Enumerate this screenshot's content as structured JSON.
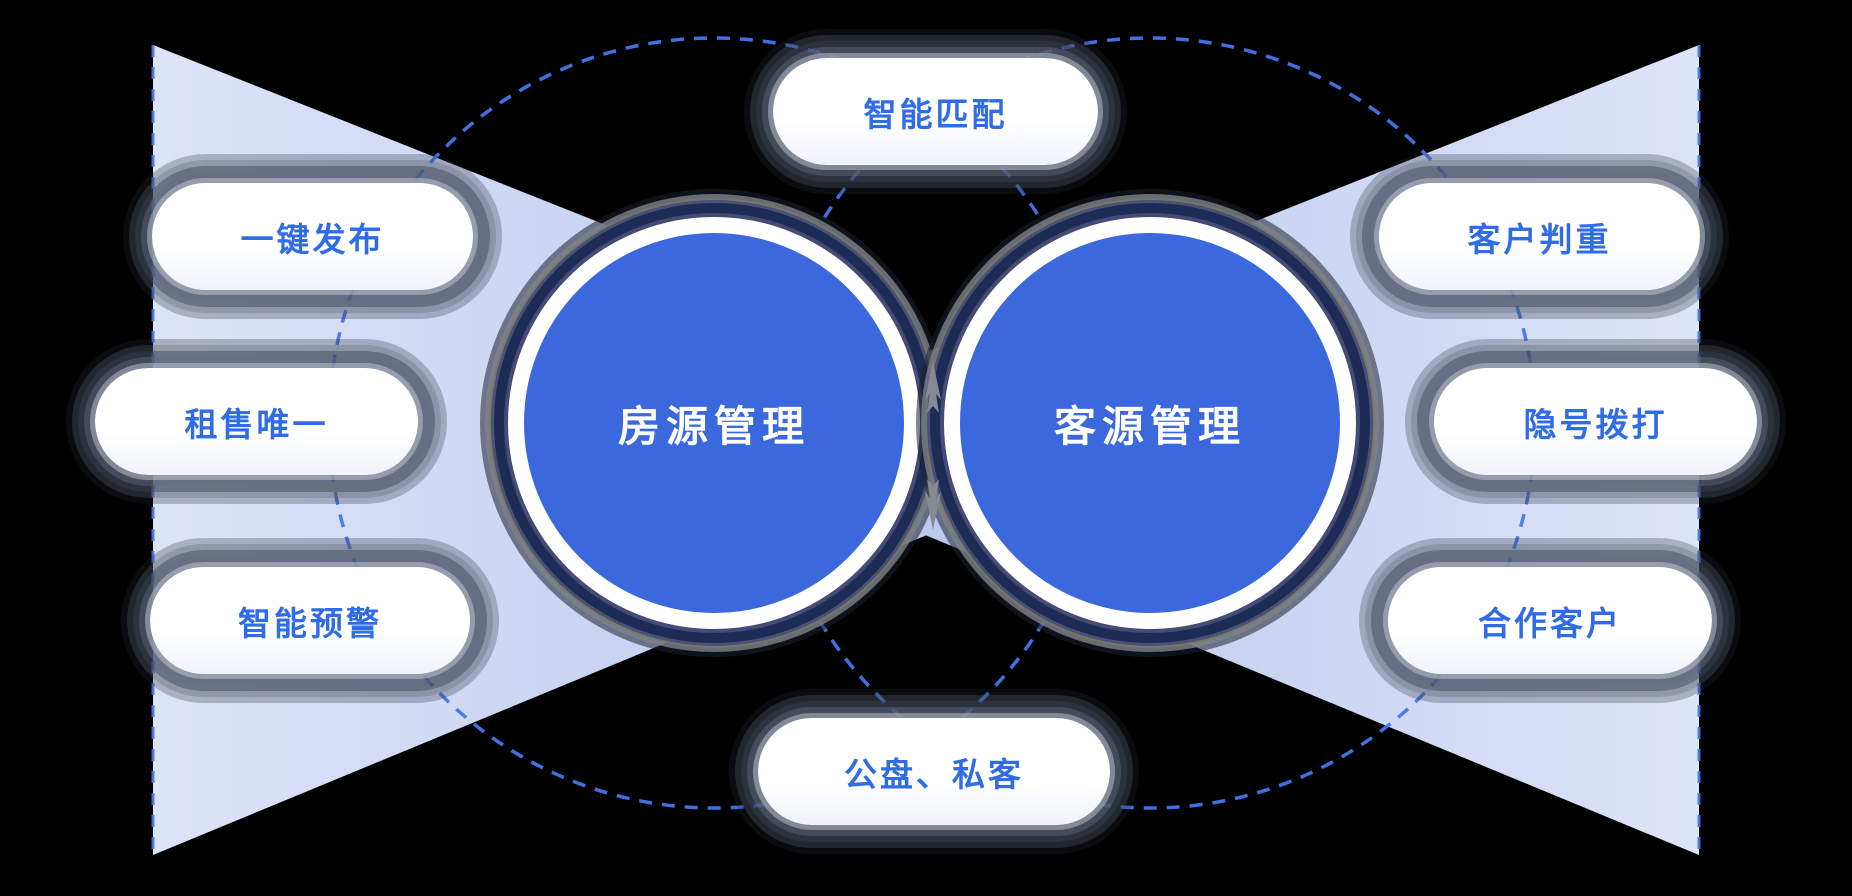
{
  "diagram": {
    "circles": {
      "left": {
        "label": "房源管理"
      },
      "right": {
        "label": "客源管理"
      }
    },
    "features": {
      "top": {
        "label": "智能匹配"
      },
      "bottom": {
        "label": "公盘、私客"
      },
      "left": [
        {
          "label": "一键发布"
        },
        {
          "label": "租售唯一"
        },
        {
          "label": "智能预警"
        }
      ],
      "right": [
        {
          "label": "客户判重"
        },
        {
          "label": "隐号拨打"
        },
        {
          "label": "合作客户"
        }
      ]
    },
    "icons": {
      "center_up": "exchange-arrow-up-icon",
      "center_down": "exchange-arrow-down-icon"
    },
    "colors": {
      "background": "#000000",
      "circle_fill": "#3b69dd",
      "circle_ring": "#ffffff",
      "circle_text": "#ffffff",
      "pill_fill": "#ffffff",
      "pill_text": "#2f6ce6",
      "dash_line": "#4377ee",
      "beam_light": "#dde4f7",
      "beam_dark": "#b0c1ec",
      "glow_navy": "#1d2c55",
      "arrow_gray": "#858a93"
    }
  }
}
